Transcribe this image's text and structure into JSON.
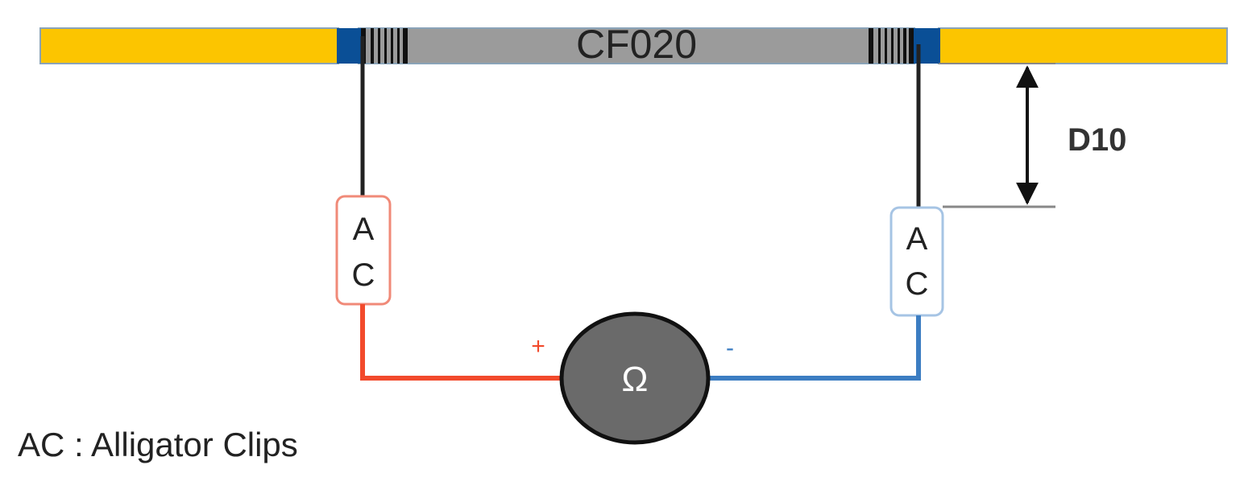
{
  "diagram": {
    "sample_label": "CF020",
    "distance_label": "D10",
    "left_clip": {
      "line1": "A",
      "line2": "C"
    },
    "right_clip": {
      "line1": "A",
      "line2": "C"
    },
    "meter_symbol": "Ω",
    "positive_sign": "+",
    "negative_sign": "-",
    "legend": "AC : Alligator Clips"
  },
  "colors": {
    "rod_end": "#fcc500",
    "rod_middle": "#9b9b9b",
    "rod_band": "#0a4f96",
    "positive_wire": "#f24a2c",
    "negative_wire": "#3c7dc2",
    "probe_wire": "#222222",
    "meter_fill": "#6a6a6a",
    "text": "#222222"
  }
}
